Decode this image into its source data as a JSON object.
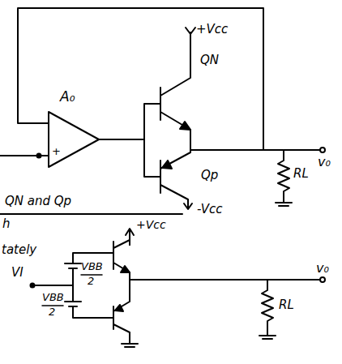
{
  "diagram": {
    "labels": [
      "+Vcc",
      "QN",
      "A₀",
      "+",
      "v₀",
      "RL",
      "Qp",
      "-Vcc",
      "QN and Qp",
      "h",
      "+Vcc",
      "tately",
      "VI",
      "VBB",
      "2",
      "VBB",
      "2",
      "v₀",
      "RL"
    ]
  }
}
